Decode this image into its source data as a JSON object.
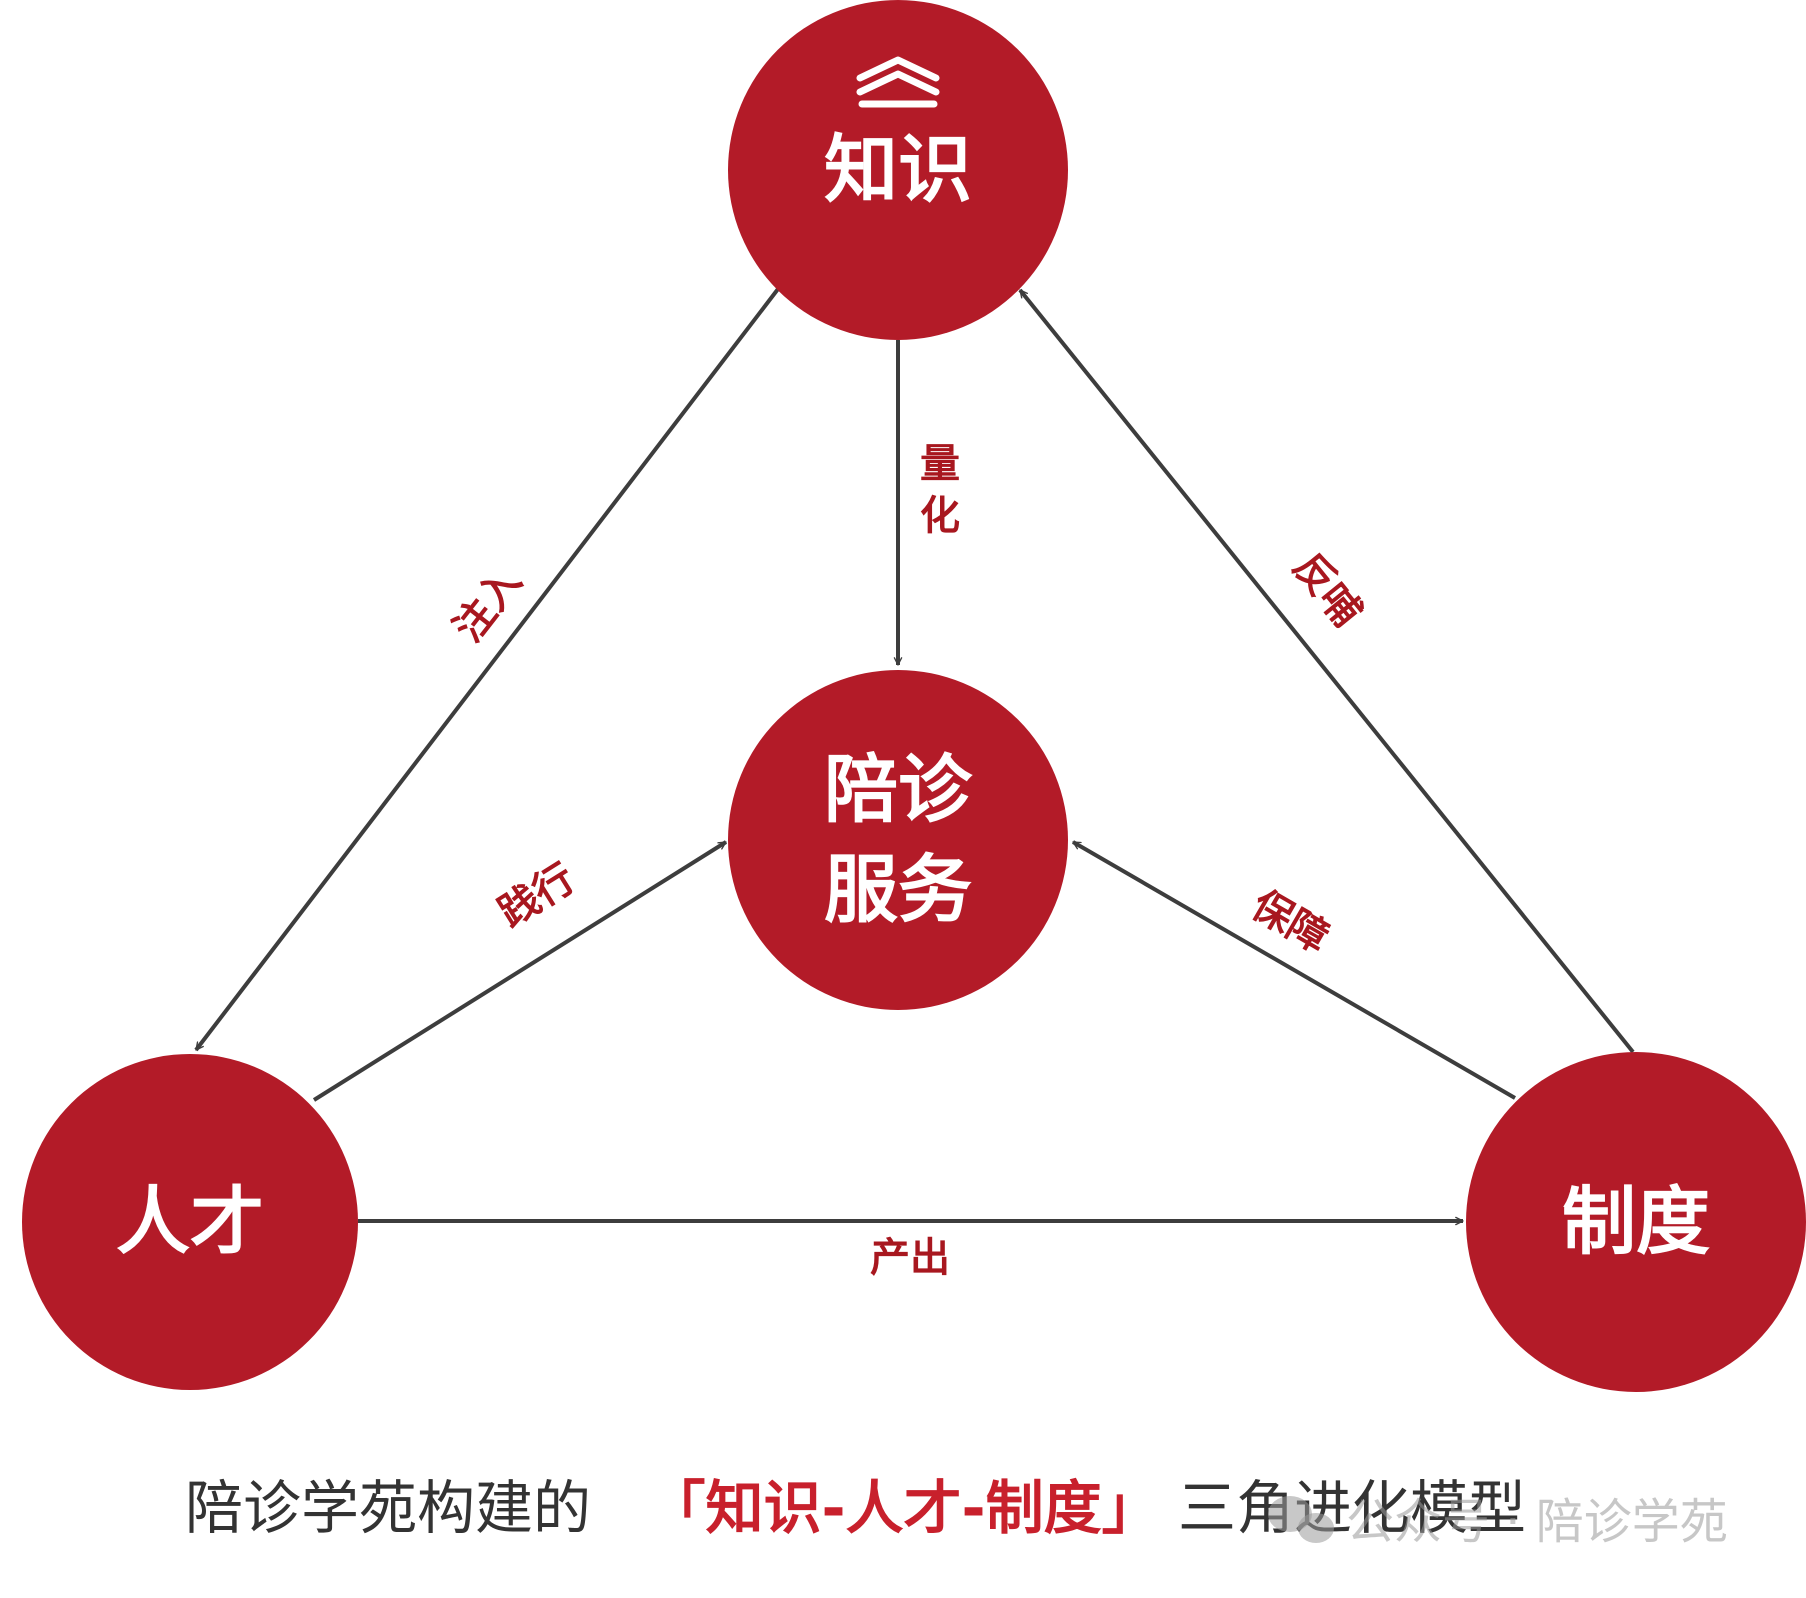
{
  "nodes": {
    "knowledge": {
      "lines": [
        "知识"
      ]
    },
    "service": {
      "lines": [
        "陪诊",
        "服务"
      ]
    },
    "talent": {
      "lines": [
        "人才"
      ]
    },
    "system": {
      "lines": [
        "制度"
      ]
    }
  },
  "edges": {
    "inject": {
      "from": "知识",
      "to": "人才",
      "label": "注入"
    },
    "quantify": {
      "from": "知识",
      "to": "陪诊服务",
      "label": [
        "量",
        "化"
      ]
    },
    "feedback": {
      "from": "制度",
      "to": "知识",
      "label": "反哺"
    },
    "practice": {
      "from": "人才",
      "to": "陪诊服务",
      "label": "践行"
    },
    "guarantee": {
      "from": "制度",
      "to": "陪诊服务",
      "label": "保障"
    },
    "produce": {
      "from": "人才",
      "to": "制度",
      "label": "产出"
    }
  },
  "caption": {
    "prefix": "陪诊学苑构建的",
    "highlight": "「知识-人才-制度」",
    "suffix": "三角进化模型"
  },
  "watermark": {
    "text": "公众号 · 陪诊学苑",
    "icon": "wechat-icon"
  },
  "colors": {
    "node_fill": "#b31b28",
    "edge_label": "#a8171f",
    "arrow": "#3d3d3d",
    "caption_highlight": "#c8202c"
  }
}
